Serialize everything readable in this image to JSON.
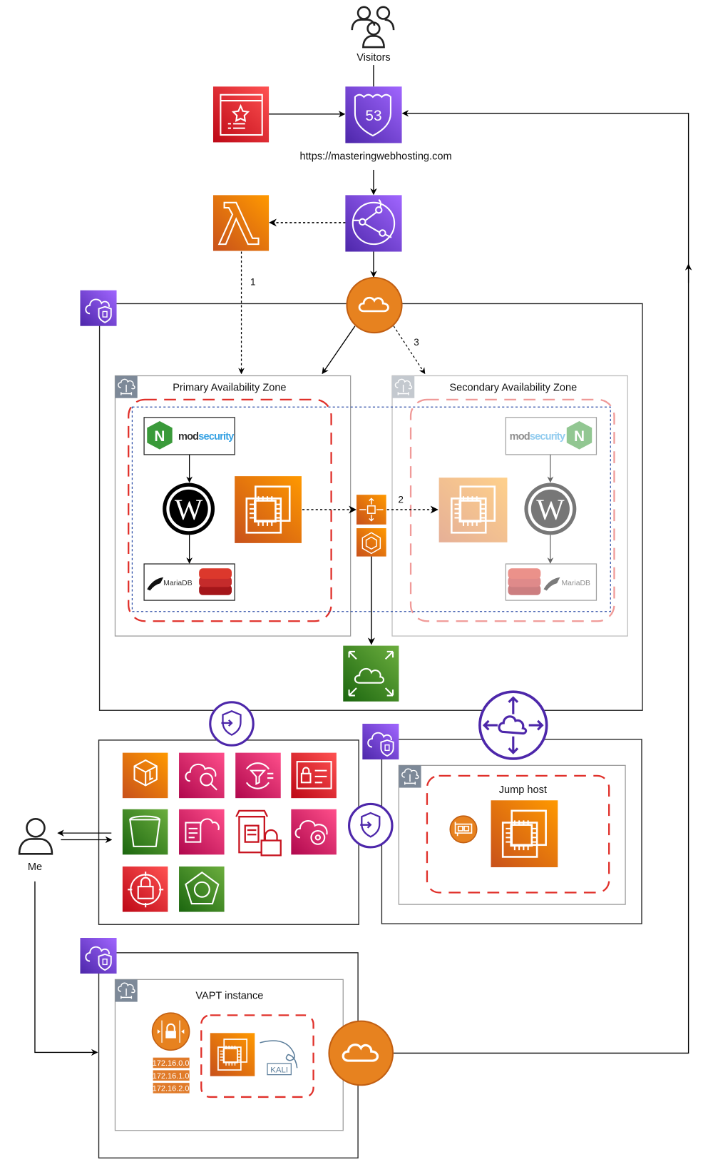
{
  "colors": {
    "purple": "#7b3fe4",
    "purple_dark": "#4d27aa",
    "orange": "#e7821f",
    "orange_dark": "#c8511b",
    "red": "#d6342f",
    "pink": "#d23665",
    "green": "#5a9e2c",
    "dashed_red": "#e0302a",
    "dotted_blue": "#2e4fa8",
    "gray": "#7d8998"
  },
  "top": {
    "visitors_label": "Visitors",
    "domain_label": "https://masteringwebhosting.com"
  },
  "edge_labels": {
    "one": "1",
    "two": "2",
    "three": "3"
  },
  "zones": {
    "primary": "Primary Availability Zone",
    "secondary": "Secondary Availability Zone"
  },
  "logos": {
    "modsecurity": "modsecurity",
    "mod": "mod",
    "security": "security",
    "mariadb": "MariaDB",
    "kali": "KALI",
    "nginx": "N"
  },
  "route53_label": "53",
  "me_label": "Me",
  "jump_host_label": "Jump host",
  "vapt": {
    "label": "VAPT instance",
    "subnets": [
      "172.16.0.0",
      "172.16.1.0",
      "172.16.2.0"
    ]
  },
  "icons": {
    "certificate_manager": "certificate-icon",
    "route53": "route53-icon",
    "lambda": "lambda-icon",
    "cloudfront": "cloudfront-icon",
    "internet_gateway": "cloud-icon",
    "vpc": "vpc-shield-icon",
    "ec2": "ec2-chip-icon",
    "load_balancer": "elb-icon",
    "ecs": "ecs-icon",
    "efs": "efs-icon",
    "security_services": [
      "cube-icon",
      "cloud-search-icon",
      "filter-icon",
      "id-card-icon",
      "bucket-icon",
      "cloud-doc-icon",
      "vault-lock-icon",
      "cloud-gear-icon",
      "lock-target-icon",
      "polygon-icon"
    ]
  }
}
